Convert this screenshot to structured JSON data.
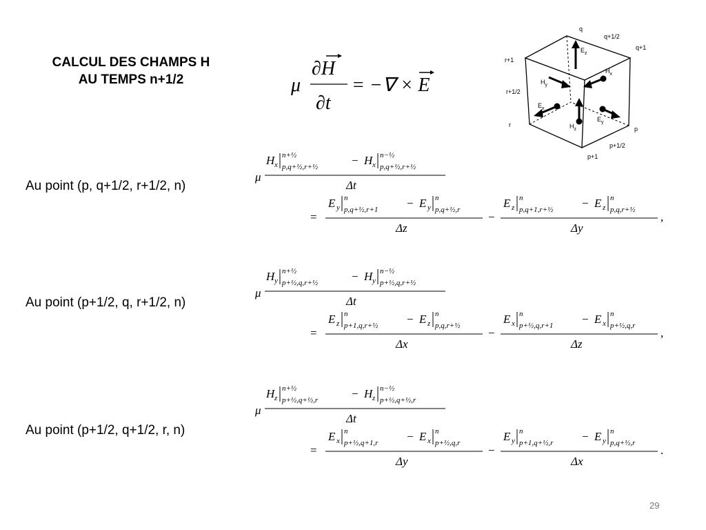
{
  "title": {
    "line1": "CALCUL DES CHAMPS H",
    "line2": "AU TEMPS n+1/2"
  },
  "main_equation": {
    "lhs_coeff": "μ",
    "num": "∂H",
    "den": "∂t",
    "eq": "= −∇ × E"
  },
  "points": [
    {
      "label": "Au point (p, q+1/2, r+1/2, n)",
      "field": "x",
      "idx_num": "p,q+½,r+½",
      "dt": "Δt",
      "e1": "y",
      "e1_a": "p,q+½,r+1",
      "e1_b": "p,q+½,r",
      "d1": "Δz",
      "e2": "z",
      "e2_a": "p,q+1,r+½",
      "e2_b": "p,q,r+½",
      "d2": "Δy",
      "end": ","
    },
    {
      "label": "Au point (p+1/2, q, r+1/2, n)",
      "field": "y",
      "idx_num": "p+½,q,r+½",
      "dt": "Δt",
      "e1": "z",
      "e1_a": "p+1,q,r+½",
      "e1_b": "p,q,r+½",
      "d1": "Δx",
      "e2": "x",
      "e2_a": "p+½,q,r+1",
      "e2_b": "p+½,q,r",
      "d2": "Δz",
      "end": ","
    },
    {
      "label": "Au point (p+1/2, q+1/2, r, n)",
      "field": "z",
      "idx_num": "p+½,q+½,r",
      "dt": "Δt",
      "e1": "x",
      "e1_a": "p+½,q+1,r",
      "e1_b": "p+½,q,r",
      "d1": "Δy",
      "e2": "y",
      "e2_a": "p+1,q+½,r",
      "e2_b": "p,q+½,r",
      "d2": "Δx",
      "end": "."
    }
  ],
  "cube": {
    "labels": [
      "q",
      "q+1/2",
      "q+1",
      "r+1",
      "r+1/2",
      "r",
      "p",
      "p+1/2",
      "p+1"
    ],
    "fields": [
      "E",
      "z",
      "H",
      "x",
      "H",
      "y",
      "E",
      "x",
      "E",
      "y",
      "H",
      "z"
    ]
  },
  "page_number": "29"
}
